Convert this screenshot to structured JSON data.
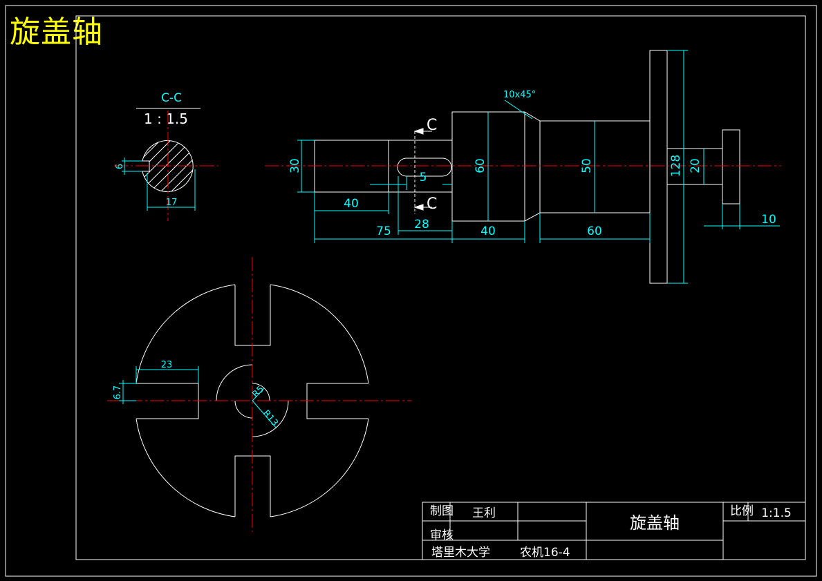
{
  "drawing": {
    "title": "旋盖轴",
    "colors": {
      "background": "#000000",
      "outline": "#ffffff",
      "dimension": "#00ffff",
      "centerline": "#ff0000",
      "title": "#ffff00"
    }
  },
  "section_view": {
    "label": "C-C",
    "scale": "1 : 1.5",
    "dim_keyway": "6",
    "dim_width": "17"
  },
  "main_view": {
    "chamfer": "10x45°",
    "section_mark_top": "C",
    "section_mark_bottom": "C",
    "dim_d30": "30",
    "dim_len40": "40",
    "dim_keyslot": "5",
    "dim_len28": "28",
    "dim_len75": "75",
    "dim_d60": "60",
    "dim_len40b": "40",
    "dim_d50": "50",
    "dim_len60": "60",
    "dim_d128": "128",
    "dim_d20": "20",
    "dim_len10": "10"
  },
  "disc_view": {
    "dim_23": "23",
    "dim_67": "6.7",
    "dim_r5": "R5",
    "dim_r13": "R13"
  },
  "title_block": {
    "label_made": "制图",
    "label_check": "审核",
    "drafter": "王利",
    "part_name": "旋盖轴",
    "label_scale": "比例",
    "scale_value": "1:1.5",
    "school": "塔里木大学",
    "class": "农机16-4"
  }
}
